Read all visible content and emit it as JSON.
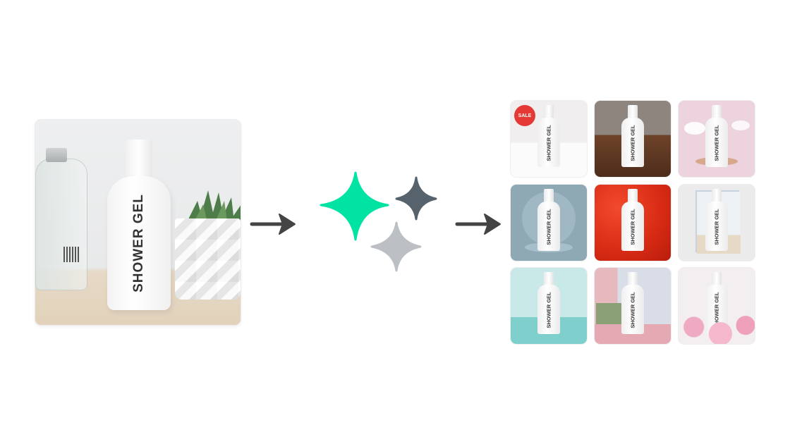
{
  "source_image": {
    "product_label": "SHOWER GEL",
    "description": "Original product photo: white shower gel bottle between glass bottle and succulent in white geometric pot"
  },
  "process": {
    "arrow_in": "arrow-right",
    "arrow_out": "arrow-right",
    "icon": "ai-sparkles",
    "sparkle_colors": {
      "large": "#00e3a3",
      "small_dark": "#56636d",
      "small_light": "#bcc0c4"
    },
    "arrow_color": "#444444"
  },
  "outputs": {
    "tiles": [
      {
        "scene": "white studio with sale badge",
        "label": "SHOWER GEL",
        "badge": "SALE",
        "bg": "#f1eeef"
      },
      {
        "scene": "brick wall and wooden floor",
        "label": "SHOWER GEL",
        "bg": "#7a4a30"
      },
      {
        "scene": "pink clouds with podium",
        "label": "SHOWER GEL",
        "bg": "#ecd3de"
      },
      {
        "scene": "blue arch with podium",
        "label": "SHOWER GEL",
        "bg": "#8ea8b4"
      },
      {
        "scene": "red silk fabric",
        "label": "SHOWER GEL",
        "bg": "#e0301a"
      },
      {
        "scene": "framed photo on gray",
        "label": "SHOWER GEL",
        "bg": "#ebebeb"
      },
      {
        "scene": "mint two-tone backdrop",
        "label": "SHOWER GEL",
        "bg": "#c9e8e8"
      },
      {
        "scene": "pastel pink and green blocks with curtain",
        "label": "SHOWER GEL",
        "bg": "#e6c2c8"
      },
      {
        "scene": "pink flowers",
        "label": "SHOWER GEL",
        "bg": "#f3eef0"
      }
    ]
  }
}
